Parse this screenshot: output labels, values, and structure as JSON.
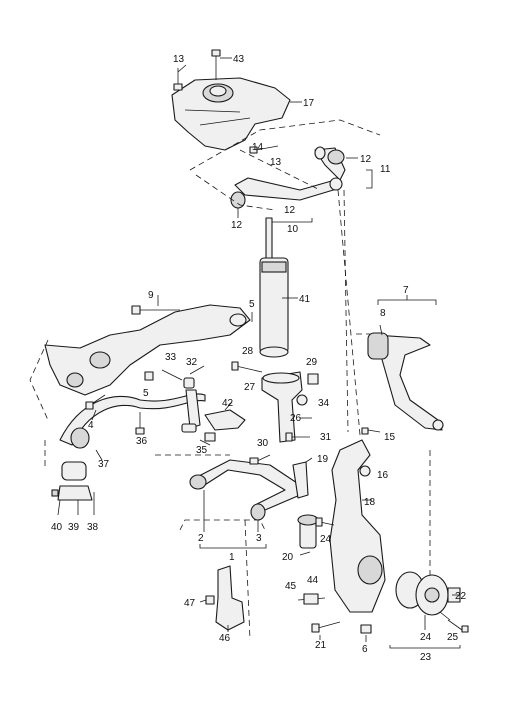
{
  "labels": {
    "p1": "1",
    "p2": "2",
    "p3": "3",
    "p4": "4",
    "p5a": "5",
    "p5b": "5",
    "p6": "6",
    "p7": "7",
    "p8": "8",
    "p9": "9",
    "p10": "10",
    "p11": "11",
    "p12a": "12",
    "p12b": "12",
    "p12c": "12",
    "p13a": "13",
    "p13b": "13",
    "p14": "14",
    "p15": "15",
    "p16": "16",
    "p17": "17",
    "p18": "18",
    "p19": "19",
    "p20": "20",
    "p21": "21",
    "p22": "22",
    "p23": "23",
    "p24a": "24",
    "p24b": "24",
    "p25": "25",
    "p26": "26",
    "p27": "27",
    "p28": "28",
    "p29": "29",
    "p30": "30",
    "p31": "31",
    "p32": "32",
    "p33": "33",
    "p34": "34",
    "p35": "35",
    "p36": "36",
    "p37": "37",
    "p38": "38",
    "p39": "39",
    "p40": "40",
    "p41": "41",
    "p42": "42",
    "p43": "43",
    "p44": "44",
    "p45": "45",
    "p46": "46",
    "p47": "47"
  }
}
